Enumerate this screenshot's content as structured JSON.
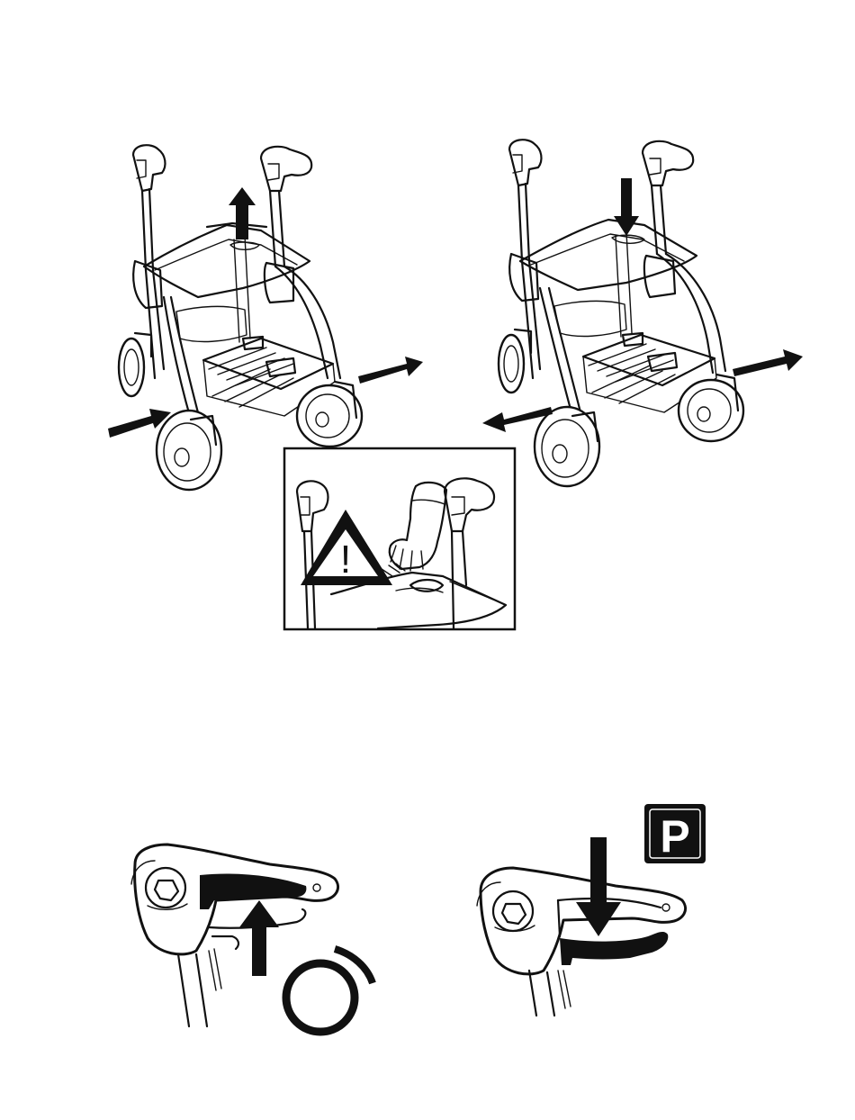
{
  "warning_panel": {
    "symbol": "!"
  },
  "parking_sign": {
    "letter": "P",
    "background": "#111111",
    "foreground": "#ffffff"
  },
  "icons": {
    "fold": "rollator-unfold-arrows",
    "fold_reverse": "rollator-fold-arrows",
    "warning": "warning-triangle-icon",
    "brake": "brake-lever-up-arrow",
    "park": "brake-lever-down-arrow-parking"
  }
}
